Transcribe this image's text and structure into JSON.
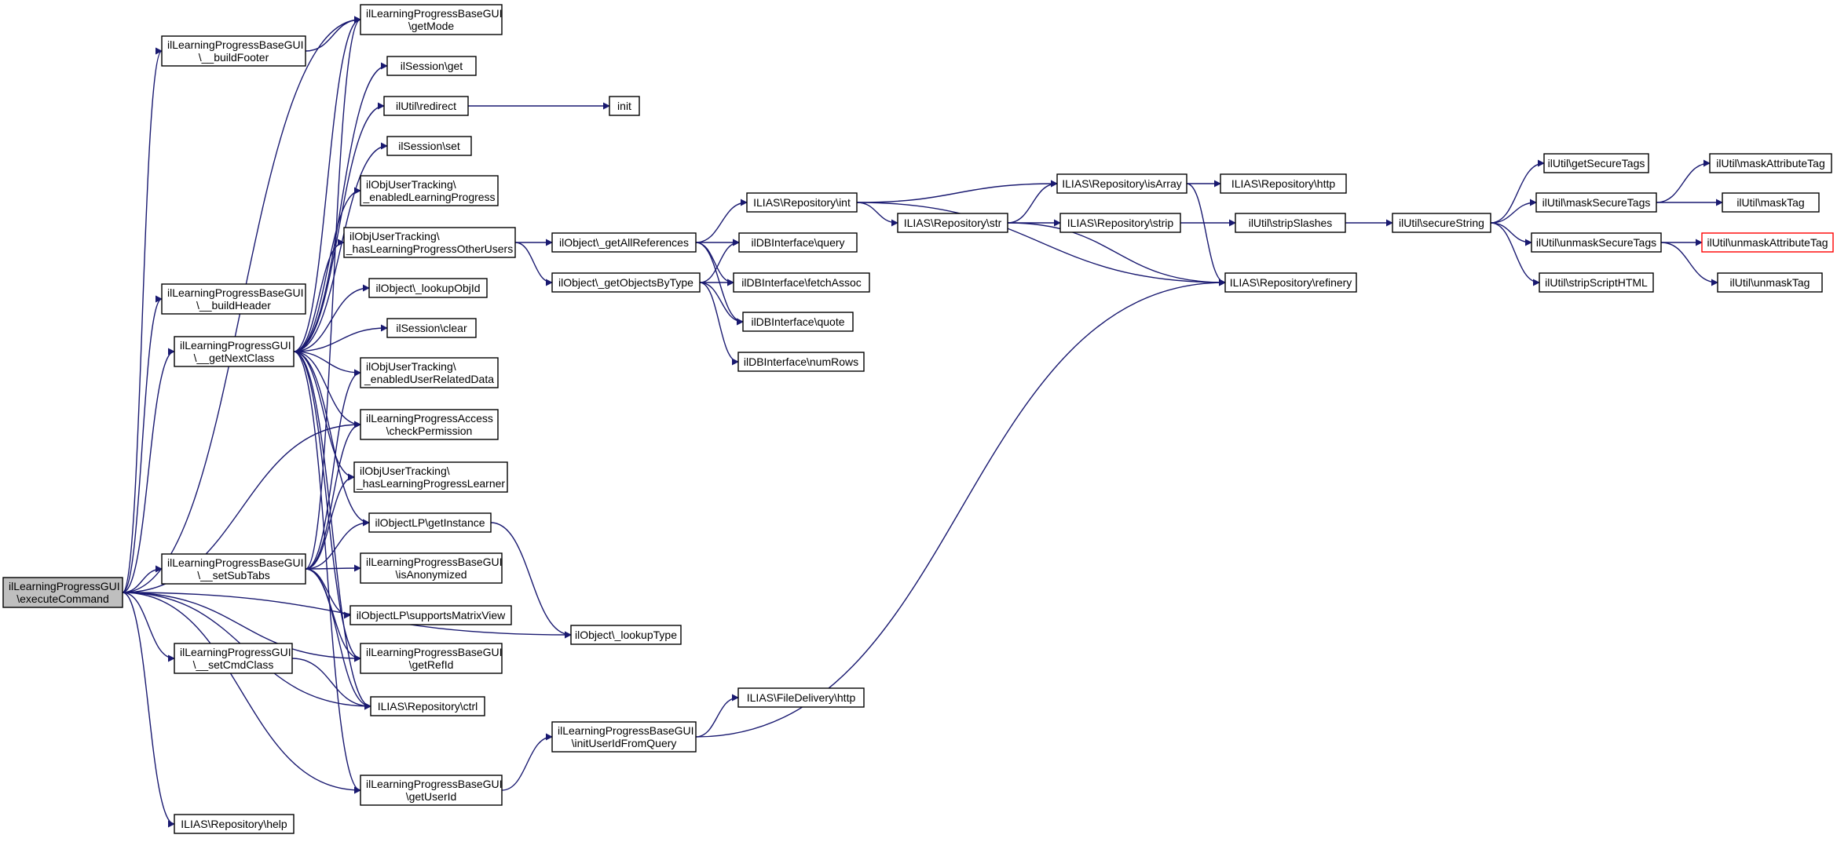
{
  "colors": {
    "edge": "#191970",
    "node_border": "#000000",
    "root_fill": "#bfbfbf",
    "missing_border": "#ff0000",
    "background": "#ffffff"
  },
  "nodes": [
    {
      "id": "executeCommand",
      "lines": [
        "ilLearningProgressGUI",
        "\\executeCommand"
      ],
      "style": "root"
    },
    {
      "id": "buildFooter",
      "lines": [
        "ilLearningProgressBaseGUI",
        "\\__buildFooter"
      ]
    },
    {
      "id": "buildHeader",
      "lines": [
        "ilLearningProgressBaseGUI",
        "\\__buildHeader"
      ]
    },
    {
      "id": "getNextClass",
      "lines": [
        "ilLearningProgressGUI",
        "\\__getNextClass"
      ]
    },
    {
      "id": "setSubTabs",
      "lines": [
        "ilLearningProgressBaseGUI",
        "\\__setSubTabs"
      ]
    },
    {
      "id": "setCmdClass",
      "lines": [
        "ilLearningProgressGUI",
        "\\__setCmdClass"
      ]
    },
    {
      "id": "help",
      "lines": [
        "ILIAS\\Repository\\help"
      ]
    },
    {
      "id": "getMode",
      "lines": [
        "ilLearningProgressBaseGUI",
        "\\getMode"
      ]
    },
    {
      "id": "sessionGet",
      "lines": [
        "ilSession\\get"
      ]
    },
    {
      "id": "redirect",
      "lines": [
        "ilUtil\\redirect"
      ]
    },
    {
      "id": "init",
      "lines": [
        "init"
      ]
    },
    {
      "id": "sessionSet",
      "lines": [
        "ilSession\\set"
      ]
    },
    {
      "id": "enabledLP",
      "lines": [
        "ilObjUserTracking\\",
        "_enabledLearningProgress"
      ]
    },
    {
      "id": "hasLPOther",
      "lines": [
        "ilObjUserTracking\\",
        "_hasLearningProgressOtherUsers"
      ]
    },
    {
      "id": "lookupObjId",
      "lines": [
        "ilObject\\_lookupObjId"
      ]
    },
    {
      "id": "sessionClear",
      "lines": [
        "ilSession\\clear"
      ]
    },
    {
      "id": "enabledURD",
      "lines": [
        "ilObjUserTracking\\",
        "_enabledUserRelatedData"
      ]
    },
    {
      "id": "checkPermission",
      "lines": [
        "ilLearningProgressAccess",
        "\\checkPermission"
      ]
    },
    {
      "id": "hasLPLearner",
      "lines": [
        "ilObjUserTracking\\",
        "_hasLearningProgressLearner"
      ]
    },
    {
      "id": "getInstance",
      "lines": [
        "ilObjectLP\\getInstance"
      ]
    },
    {
      "id": "isAnonymized",
      "lines": [
        "ilLearningProgressBaseGUI",
        "\\isAnonymized"
      ]
    },
    {
      "id": "supportsMatrix",
      "lines": [
        "ilObjectLP\\supportsMatrixView"
      ]
    },
    {
      "id": "getRefId",
      "lines": [
        "ilLearningProgressBaseGUI",
        "\\getRefId"
      ]
    },
    {
      "id": "ctrl",
      "lines": [
        "ILIAS\\Repository\\ctrl"
      ]
    },
    {
      "id": "getUserId",
      "lines": [
        "ilLearningProgressBaseGUI",
        "\\getUserId"
      ]
    },
    {
      "id": "getAllRefs",
      "lines": [
        "ilObject\\_getAllReferences"
      ]
    },
    {
      "id": "getObjsByType",
      "lines": [
        "ilObject\\_getObjectsByType"
      ]
    },
    {
      "id": "lookupType",
      "lines": [
        "ilObject\\_lookupType"
      ]
    },
    {
      "id": "initUserId",
      "lines": [
        "ilLearningProgressBaseGUI",
        "\\initUserIdFromQuery"
      ]
    },
    {
      "id": "repoInt",
      "lines": [
        "ILIAS\\Repository\\int"
      ]
    },
    {
      "id": "dbQuery",
      "lines": [
        "ilDBInterface\\query"
      ]
    },
    {
      "id": "dbFetch",
      "lines": [
        "ilDBInterface\\fetchAssoc"
      ]
    },
    {
      "id": "dbQuote",
      "lines": [
        "ilDBInterface\\quote"
      ]
    },
    {
      "id": "dbNumRows",
      "lines": [
        "ilDBInterface\\numRows"
      ]
    },
    {
      "id": "fdHttp",
      "lines": [
        "ILIAS\\FileDelivery\\http"
      ]
    },
    {
      "id": "repoStr",
      "lines": [
        "ILIAS\\Repository\\str"
      ]
    },
    {
      "id": "isArray",
      "lines": [
        "ILIAS\\Repository\\isArray"
      ]
    },
    {
      "id": "repoStrip",
      "lines": [
        "ILIAS\\Repository\\strip"
      ]
    },
    {
      "id": "refinery",
      "lines": [
        "ILIAS\\Repository\\refinery"
      ]
    },
    {
      "id": "repoHttp",
      "lines": [
        "ILIAS\\Repository\\http"
      ]
    },
    {
      "id": "stripSlashes",
      "lines": [
        "ilUtil\\stripSlashes"
      ]
    },
    {
      "id": "secureString",
      "lines": [
        "ilUtil\\secureString"
      ]
    },
    {
      "id": "getSecureTags",
      "lines": [
        "ilUtil\\getSecureTags"
      ]
    },
    {
      "id": "maskSecureTags",
      "lines": [
        "ilUtil\\maskSecureTags"
      ]
    },
    {
      "id": "unmaskSecureTags",
      "lines": [
        "ilUtil\\unmaskSecureTags"
      ]
    },
    {
      "id": "stripScriptHTML",
      "lines": [
        "ilUtil\\stripScriptHTML"
      ]
    },
    {
      "id": "maskAttributeTag",
      "lines": [
        "ilUtil\\maskAttributeTag"
      ]
    },
    {
      "id": "maskTag",
      "lines": [
        "ilUtil\\maskTag"
      ]
    },
    {
      "id": "unmaskAttributeTag",
      "lines": [
        "ilUtil\\unmaskAttributeTag"
      ],
      "style": "missing"
    },
    {
      "id": "unmaskTag",
      "lines": [
        "ilUtil\\unmaskTag"
      ]
    }
  ],
  "edges": [
    [
      "executeCommand",
      "buildFooter"
    ],
    [
      "executeCommand",
      "getMode"
    ],
    [
      "executeCommand",
      "buildHeader"
    ],
    [
      "executeCommand",
      "getNextClass"
    ],
    [
      "executeCommand",
      "checkPermission"
    ],
    [
      "executeCommand",
      "setSubTabs"
    ],
    [
      "executeCommand",
      "getRefId"
    ],
    [
      "executeCommand",
      "setCmdClass"
    ],
    [
      "executeCommand",
      "ctrl"
    ],
    [
      "executeCommand",
      "lookupType"
    ],
    [
      "executeCommand",
      "getUserId"
    ],
    [
      "executeCommand",
      "help"
    ],
    [
      "buildFooter",
      "getMode"
    ],
    [
      "getNextClass",
      "getMode"
    ],
    [
      "getNextClass",
      "sessionGet"
    ],
    [
      "getNextClass",
      "redirect"
    ],
    [
      "getNextClass",
      "sessionSet"
    ],
    [
      "getNextClass",
      "enabledLP"
    ],
    [
      "getNextClass",
      "hasLPOther"
    ],
    [
      "getNextClass",
      "lookupObjId"
    ],
    [
      "getNextClass",
      "sessionClear"
    ],
    [
      "getNextClass",
      "enabledURD"
    ],
    [
      "getNextClass",
      "checkPermission"
    ],
    [
      "getNextClass",
      "hasLPLearner"
    ],
    [
      "getNextClass",
      "getInstance"
    ],
    [
      "getNextClass",
      "getRefId"
    ],
    [
      "getNextClass",
      "ctrl"
    ],
    [
      "getNextClass",
      "getUserId"
    ],
    [
      "setSubTabs",
      "getMode"
    ],
    [
      "setSubTabs",
      "enabledURD"
    ],
    [
      "setSubTabs",
      "checkPermission"
    ],
    [
      "setSubTabs",
      "hasLPLearner"
    ],
    [
      "setSubTabs",
      "getInstance"
    ],
    [
      "setSubTabs",
      "isAnonymized"
    ],
    [
      "setSubTabs",
      "supportsMatrix"
    ],
    [
      "setSubTabs",
      "getRefId"
    ],
    [
      "setSubTabs",
      "ctrl"
    ],
    [
      "setCmdClass",
      "ctrl"
    ],
    [
      "redirect",
      "init"
    ],
    [
      "hasLPOther",
      "getAllRefs"
    ],
    [
      "hasLPOther",
      "getObjsByType"
    ],
    [
      "getInstance",
      "lookupType"
    ],
    [
      "getUserId",
      "initUserId"
    ],
    [
      "getAllRefs",
      "repoInt"
    ],
    [
      "getAllRefs",
      "dbQuery"
    ],
    [
      "getAllRefs",
      "dbFetch"
    ],
    [
      "getAllRefs",
      "dbQuote"
    ],
    [
      "getObjsByType",
      "dbQuery"
    ],
    [
      "getObjsByType",
      "dbFetch"
    ],
    [
      "getObjsByType",
      "dbQuote"
    ],
    [
      "getObjsByType",
      "dbNumRows"
    ],
    [
      "initUserId",
      "fdHttp"
    ],
    [
      "initUserId",
      "refinery"
    ],
    [
      "repoInt",
      "isArray"
    ],
    [
      "repoInt",
      "repoStr"
    ],
    [
      "repoInt",
      "refinery"
    ],
    [
      "repoStr",
      "isArray"
    ],
    [
      "repoStr",
      "repoStrip"
    ],
    [
      "repoStr",
      "refinery"
    ],
    [
      "isArray",
      "repoHttp"
    ],
    [
      "isArray",
      "refinery"
    ],
    [
      "repoStrip",
      "stripSlashes"
    ],
    [
      "stripSlashes",
      "secureString"
    ],
    [
      "secureString",
      "getSecureTags"
    ],
    [
      "secureString",
      "maskSecureTags"
    ],
    [
      "secureString",
      "unmaskSecureTags"
    ],
    [
      "secureString",
      "stripScriptHTML"
    ],
    [
      "maskSecureTags",
      "maskAttributeTag"
    ],
    [
      "maskSecureTags",
      "maskTag"
    ],
    [
      "unmaskSecureTags",
      "unmaskAttributeTag"
    ],
    [
      "unmaskSecureTags",
      "unmaskTag"
    ]
  ]
}
